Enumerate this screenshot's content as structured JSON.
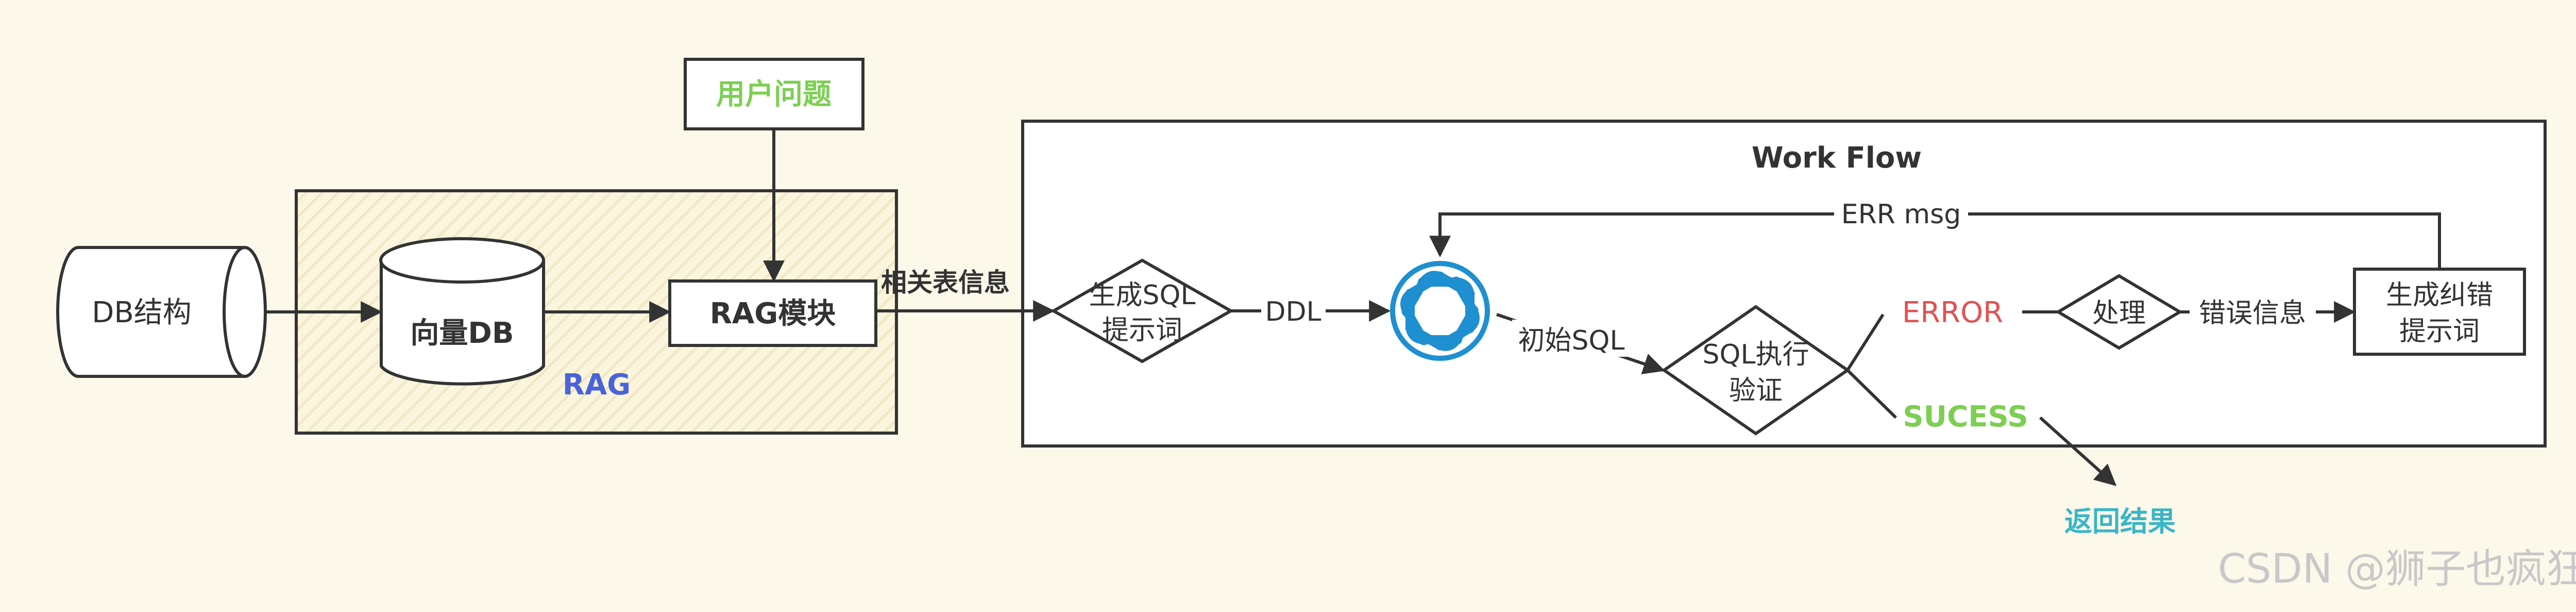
{
  "nodes": {
    "db_struct": "DB结构",
    "vector_db": "向量DB",
    "rag_module": "RAG模块",
    "rag_group": "RAG",
    "user_question": "用户问题",
    "workflow_title": "Work Flow",
    "gen_sql_prompt_line1": "生成SQL",
    "gen_sql_prompt_line2": "提示词",
    "sql_exec_line1": "SQL执行",
    "sql_exec_line2": "验证",
    "error": "ERROR",
    "success": "SUCESS",
    "handle": "处理",
    "gen_fix_line1": "生成纠错",
    "gen_fix_line2": "提示词",
    "return_result": "返回结果",
    "llm_logo": "openai-logo"
  },
  "edges": {
    "related_tables": "相关表信息",
    "ddl": "DDL",
    "initial_sql": "初始SQL",
    "error_info": "错误信息",
    "err_msg": "ERR msg"
  },
  "watermark": "CSDN @狮子也疯狂",
  "colors": {
    "background": "#fcf8ea",
    "stroke": "#333333",
    "user_question": "#7dcf53",
    "rag_label": "#4a63d8",
    "error": "#e05252",
    "success": "#7dcf53",
    "return_result": "#3ab5c8",
    "logo": "#1e8fd0",
    "watermark": "#c8c8c8"
  }
}
